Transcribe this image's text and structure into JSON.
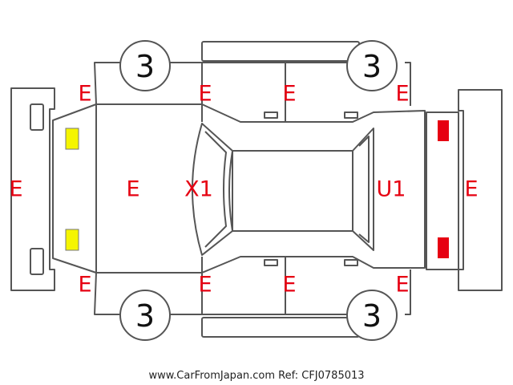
{
  "colors": {
    "line": "#555555",
    "damage_code": "#e60012",
    "light_front": "#f5f500",
    "light_rear": "#e60012"
  },
  "wheels": {
    "front_left": "3",
    "rear_left": "3",
    "front_right": "3",
    "rear_right": "3"
  },
  "codes": {
    "front_bumper": "E",
    "hood": "E",
    "windshield": "X1",
    "rear_glass": "U1",
    "rear_bumper": "E",
    "left_front_fender": "E",
    "left_front_door": "E",
    "left_rear_door": "E",
    "left_rear_quarter": "E",
    "right_front_fender": "E",
    "right_front_door": "E",
    "right_rear_door": "E",
    "right_rear_quarter": "E"
  },
  "footer": "www.CarFromJapan.com Ref: CFJ0785013"
}
